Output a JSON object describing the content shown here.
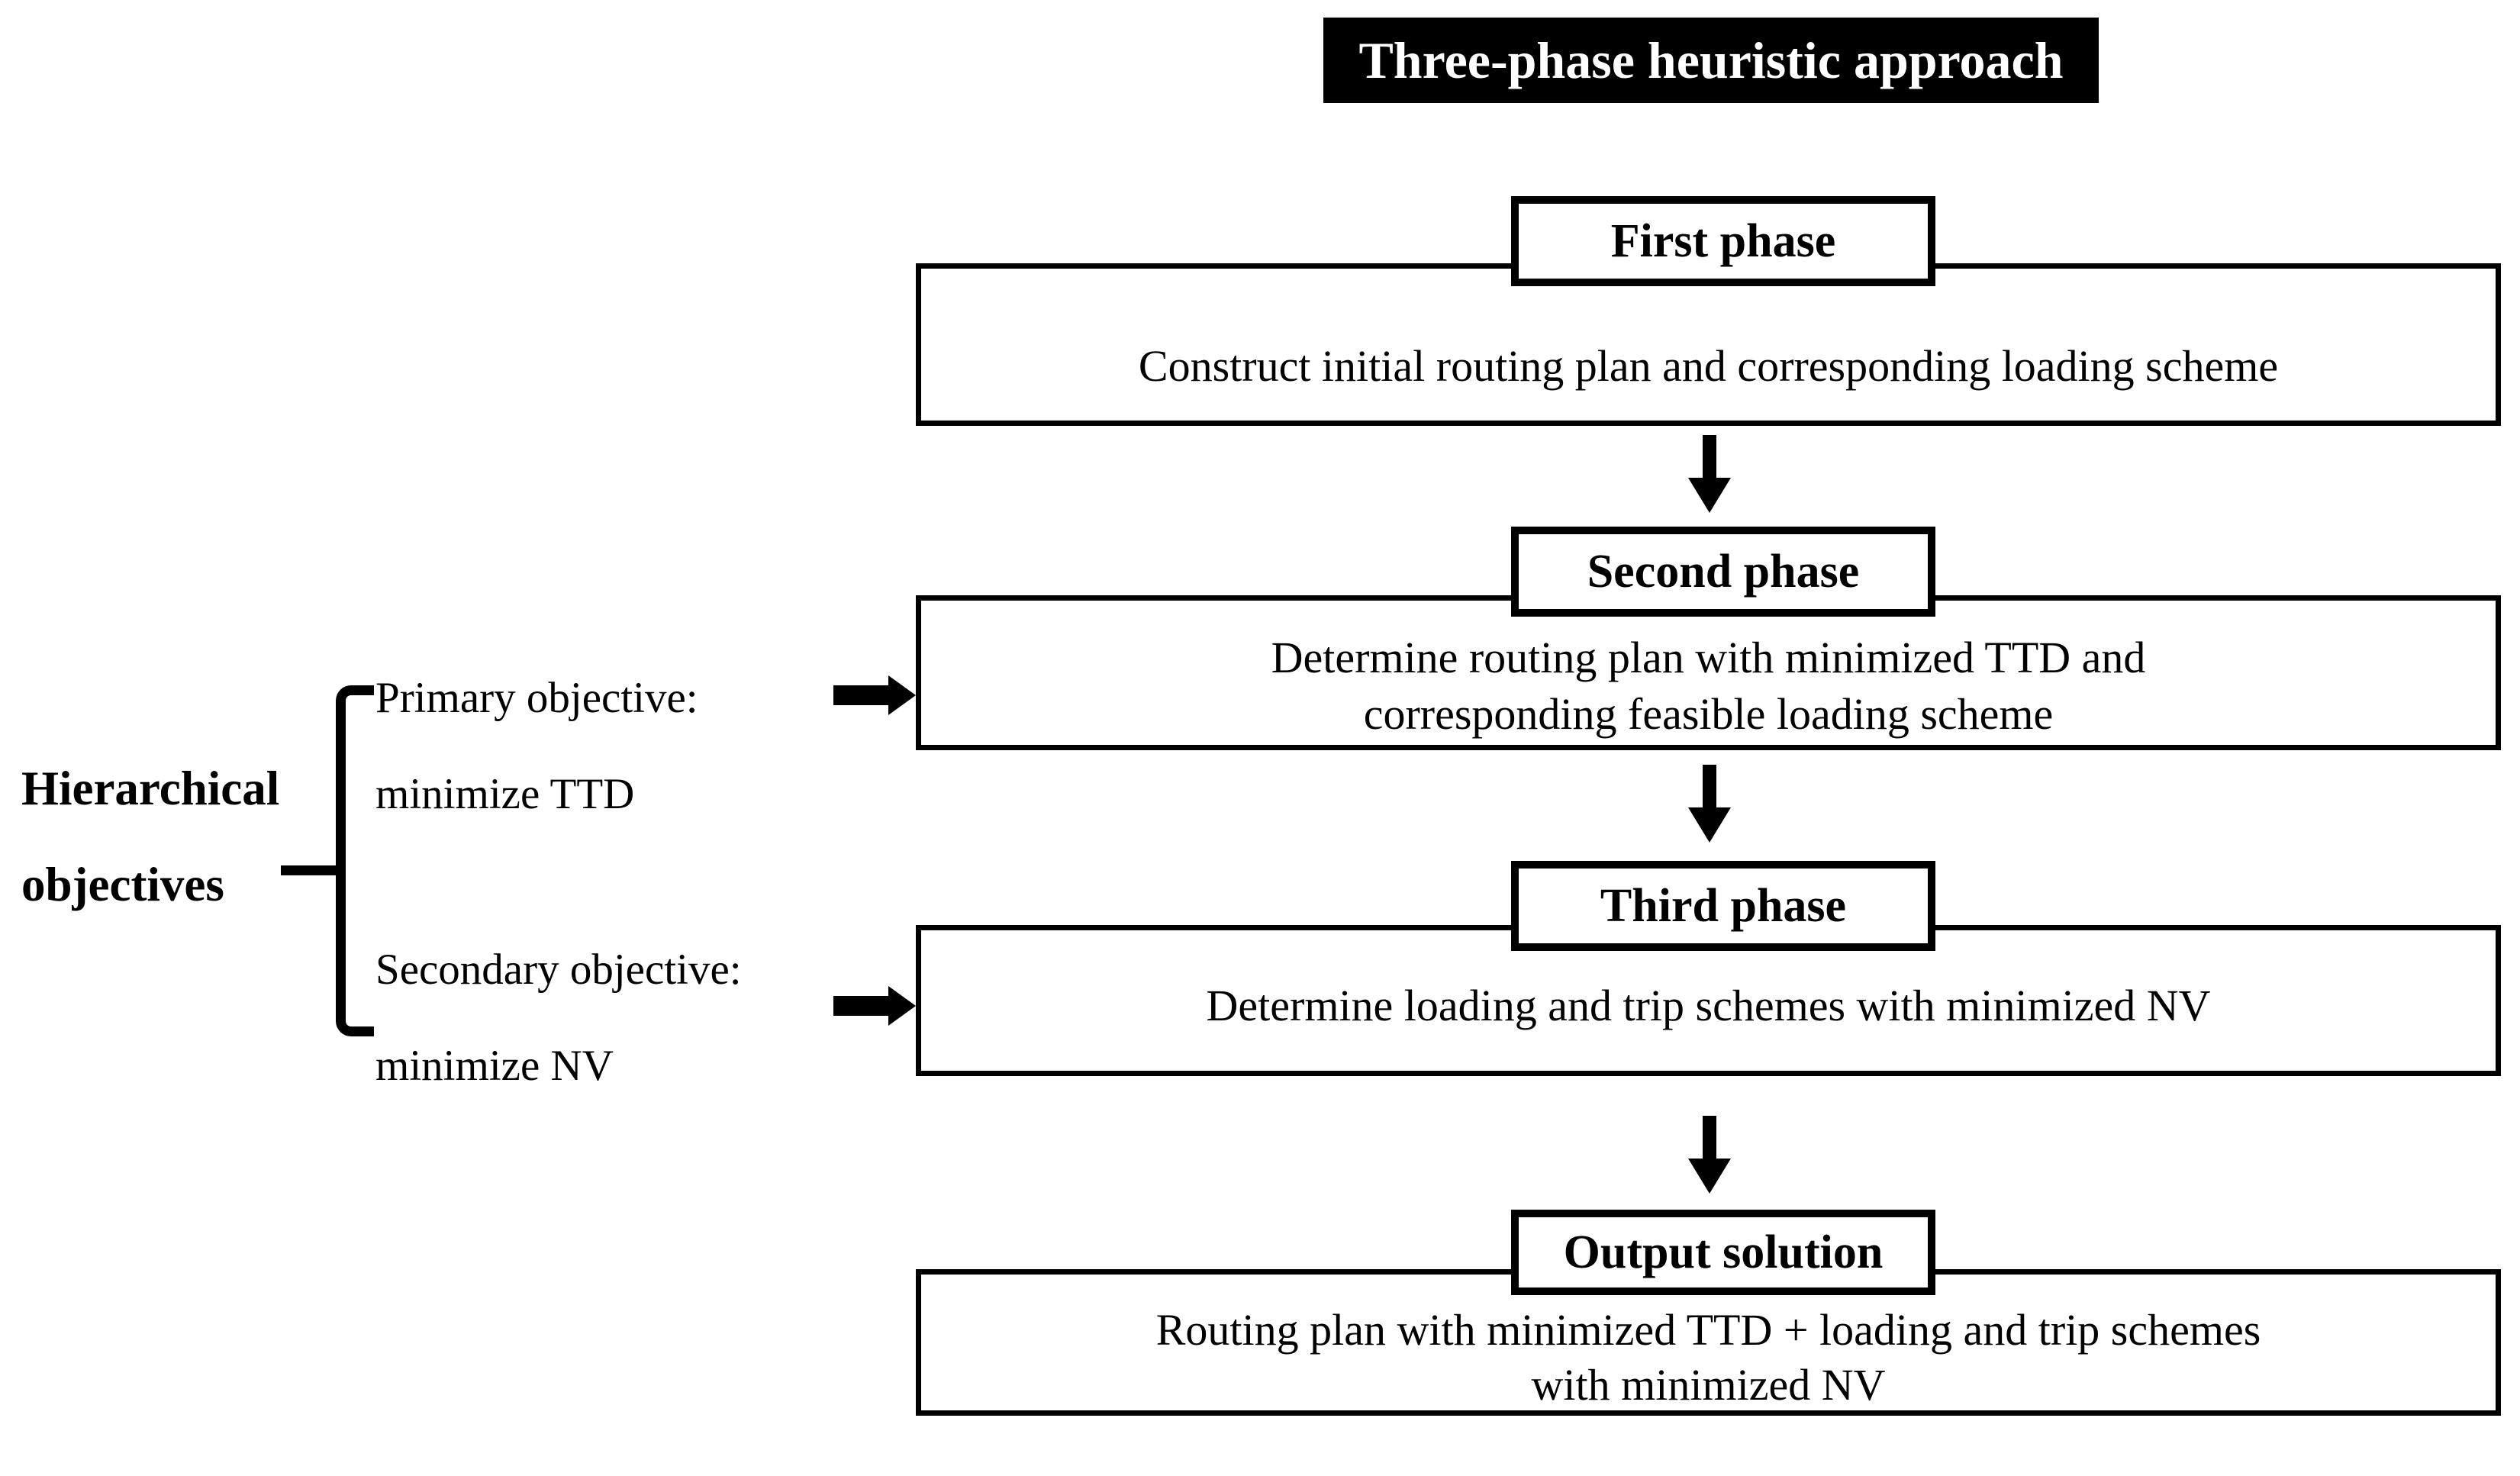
{
  "title": {
    "text": "Three-phase heuristic approach"
  },
  "phases": [
    {
      "label": "First phase",
      "lines": [
        "Construct initial routing plan and corresponding loading scheme"
      ]
    },
    {
      "label": "Second phase",
      "lines": [
        "Determine routing plan with minimized TTD and",
        "corresponding feasible loading scheme"
      ]
    },
    {
      "label": "Third phase",
      "lines": [
        "Determine loading and trip schemes with minimized NV"
      ]
    },
    {
      "label": "Output solution",
      "lines": [
        "Routing plan with minimized TTD + loading and trip schemes",
        "with minimized NV"
      ]
    }
  ],
  "objectives": {
    "group_label_lines": [
      "Hierarchical",
      "objectives"
    ],
    "items": [
      {
        "title": "Primary objective:",
        "subtitle": "minimize TTD"
      },
      {
        "title": "Secondary objective:",
        "subtitle": "minimize NV"
      }
    ]
  },
  "colors": {
    "ink": "#000000",
    "background": "#ffffff",
    "title_bg": "#000000",
    "title_fg": "#ffffff"
  }
}
